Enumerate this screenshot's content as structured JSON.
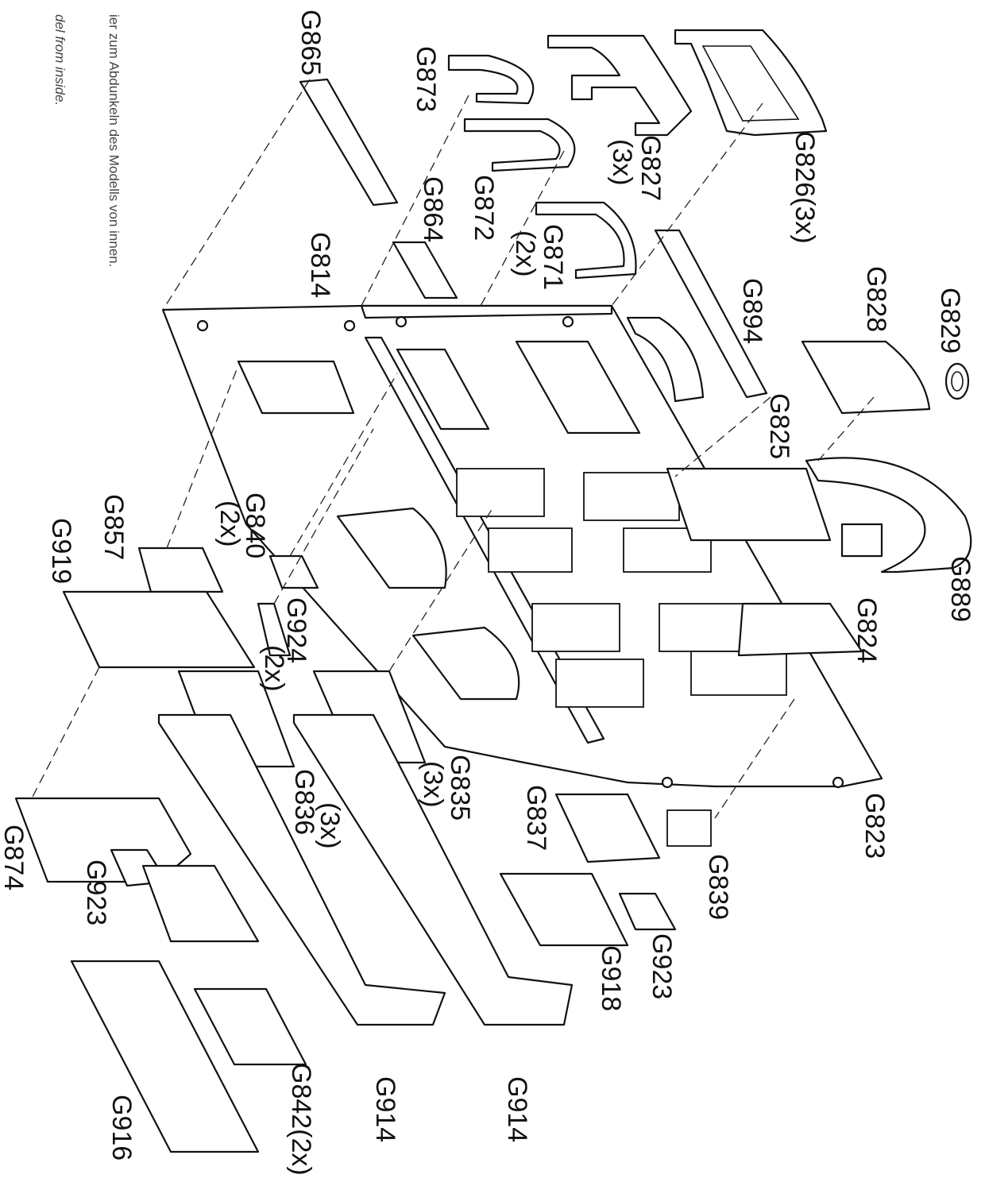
{
  "notes": {
    "german": "ier zum Abdunkeln des Modells von innen.",
    "english": "del from inside."
  },
  "labels": {
    "G865": "G865",
    "G873": "G873",
    "G827": "G827",
    "G827_qty": "(3x)",
    "G826": "G826(3x)",
    "G864": "G864",
    "G872": "G872",
    "G871": "G871",
    "G871_qty": "(2x)",
    "G814": "G814",
    "G894": "G894",
    "G828": "G828",
    "G829": "G829",
    "G825": "G825",
    "G889": "G889",
    "G857": "G857",
    "G840": "G840",
    "G840_qty": "(2x)",
    "G919": "G919",
    "G924": "G924",
    "G924_qty": "(2x)",
    "G824": "G824",
    "G835": "G835",
    "G835_qty": "(3x)",
    "G836": "G836",
    "G836_qty": "(3x)",
    "G837": "G837",
    "G823": "G823",
    "G839": "G839",
    "G874": "G874",
    "G923_a": "G923",
    "G923_b": "G923",
    "G918": "G918",
    "G914_a": "G914",
    "G914_b": "G914",
    "G842": "G842(2x)",
    "G916": "G916"
  }
}
